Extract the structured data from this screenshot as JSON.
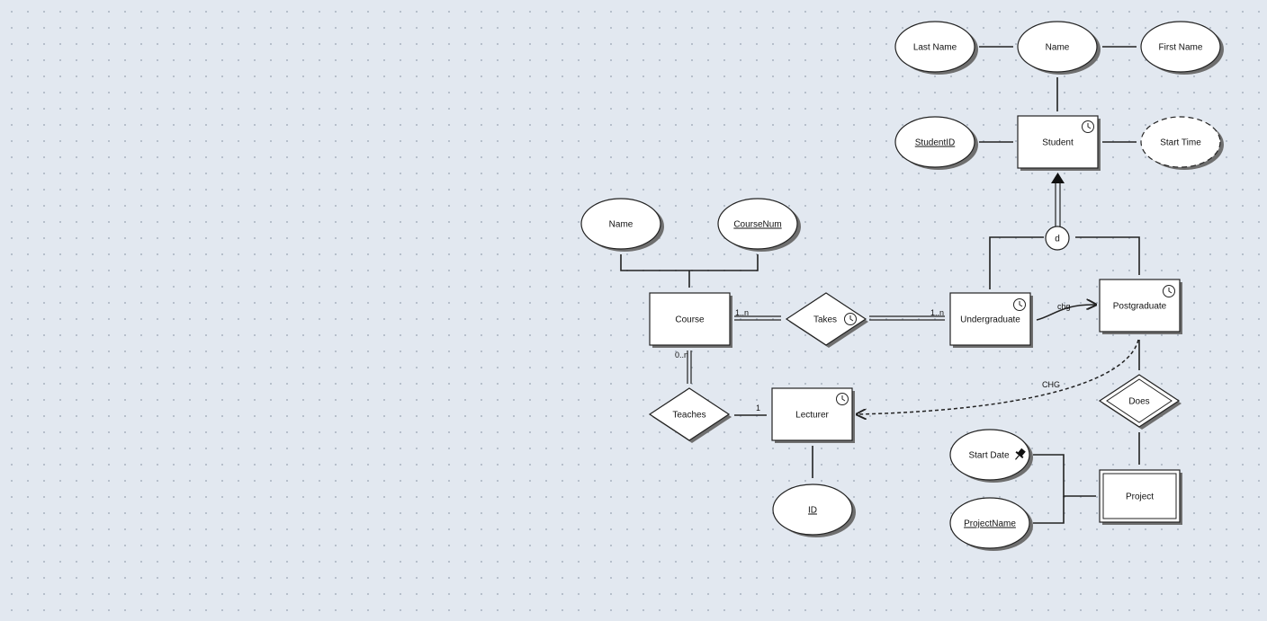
{
  "entities": {
    "student": "Student",
    "course": "Course",
    "undergraduate": "Undergraduate",
    "postgraduate": "Postgraduate",
    "lecturer": "Lecturer",
    "project": "Project"
  },
  "relationships": {
    "takes": "Takes",
    "teaches": "Teaches",
    "does": "Does"
  },
  "attributes": {
    "student_last_name": "Last Name",
    "student_name": "Name",
    "student_first_name": "First Name",
    "student_id": "StudentID",
    "student_start_time": "Start Time",
    "course_name": "Name",
    "course_num": "CourseNum",
    "lecturer_id": "ID",
    "project_start_date": "Start Date",
    "project_name": "ProjectName"
  },
  "specialization": {
    "disjoint_label": "d"
  },
  "cardinalities": {
    "course_takes": "1..n",
    "undergrad_takes": "1..n",
    "course_teaches": "0..n",
    "lecturer_teaches": "1"
  },
  "transitions": {
    "undergrad_to_postgrad": "chg",
    "postgrad_to_lecturer": "CHG"
  },
  "icons": {
    "temporal": "clock-icon",
    "pinned_attribute": "pushpin-icon"
  }
}
